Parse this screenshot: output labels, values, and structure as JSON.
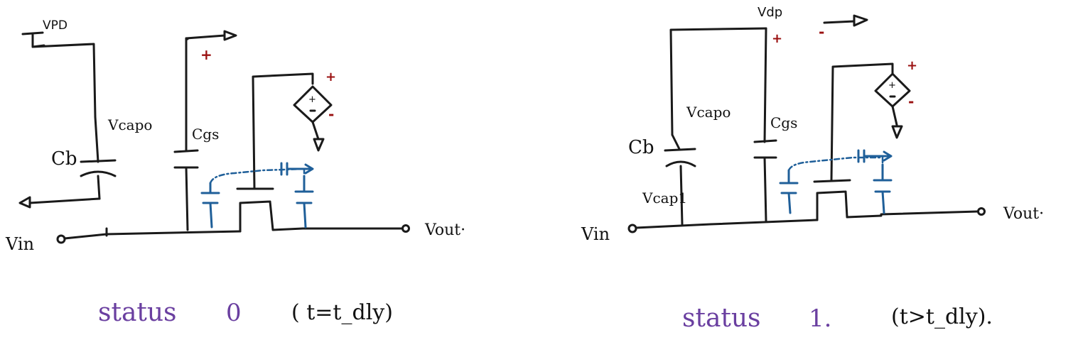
{
  "colors": {
    "ink": "#1a1a1a",
    "blue": "#1f5f99",
    "red": "#9a1010",
    "purple": "#6a3fa0"
  },
  "left": {
    "vdd_label": "VPD",
    "vcap0_label": "Vcapo",
    "cb_label": "Cb",
    "cgs_label": "Cgs",
    "vin_label": "Vin",
    "vout_label": "Vout·",
    "source_plus": "+",
    "plus": "+",
    "minus": "-",
    "status_word": "status",
    "status_num": "0",
    "status_cond": "( t=t_dly)"
  },
  "right": {
    "vdd_label": "Vdp",
    "vcap0_label": "Vcapo",
    "vcap1_label": "Vcap1",
    "cb_label": "Cb",
    "cgs_label": "Cgs",
    "vin_label": "Vin",
    "vout_label": "Vout·",
    "source_plus": "+",
    "plus": "+",
    "minus": "-",
    "status_word": "status",
    "status_num": "1.",
    "status_cond": "(t>t_dly)."
  }
}
